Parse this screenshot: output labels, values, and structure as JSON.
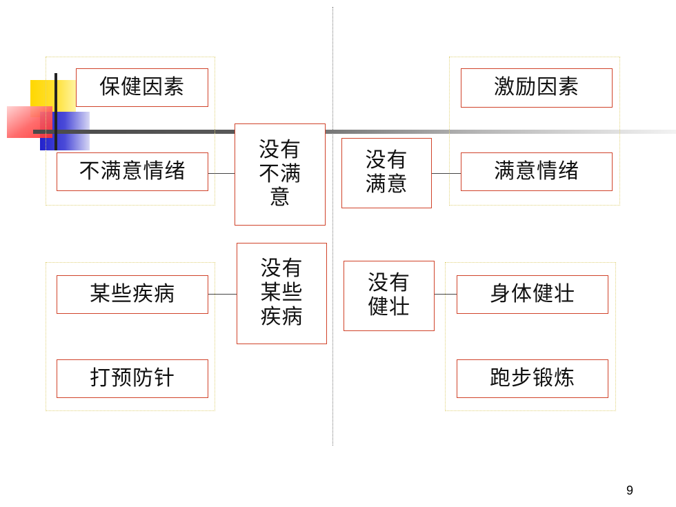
{
  "diagram": {
    "left": {
      "top_frame": {
        "factor_label": "保健因素",
        "emotion_label": "不满意情绪",
        "outcome_lines": [
          "没有",
          "不满",
          "意"
        ]
      },
      "bottom_frame": {
        "disease_label": "某些疾病",
        "vaccine_label": "打预防针",
        "outcome_lines": [
          "没有",
          "某些",
          "疾病"
        ]
      }
    },
    "right": {
      "top_frame": {
        "factor_label": "激励因素",
        "emotion_label": "满意情绪",
        "outcome_lines": [
          "没有",
          "满意"
        ]
      },
      "bottom_frame": {
        "health_label": "身体健壮",
        "exercise_label": "跑步锻炼",
        "outcome_lines": [
          "没有",
          "健壮"
        ]
      }
    }
  },
  "page_number": "9",
  "colors": {
    "box_border": "#d0432a",
    "frame_border": "#e0d27a",
    "deco_yellow": "#ffd700",
    "deco_red": "#ff4d4d",
    "deco_blue": "#2b2bd0"
  }
}
